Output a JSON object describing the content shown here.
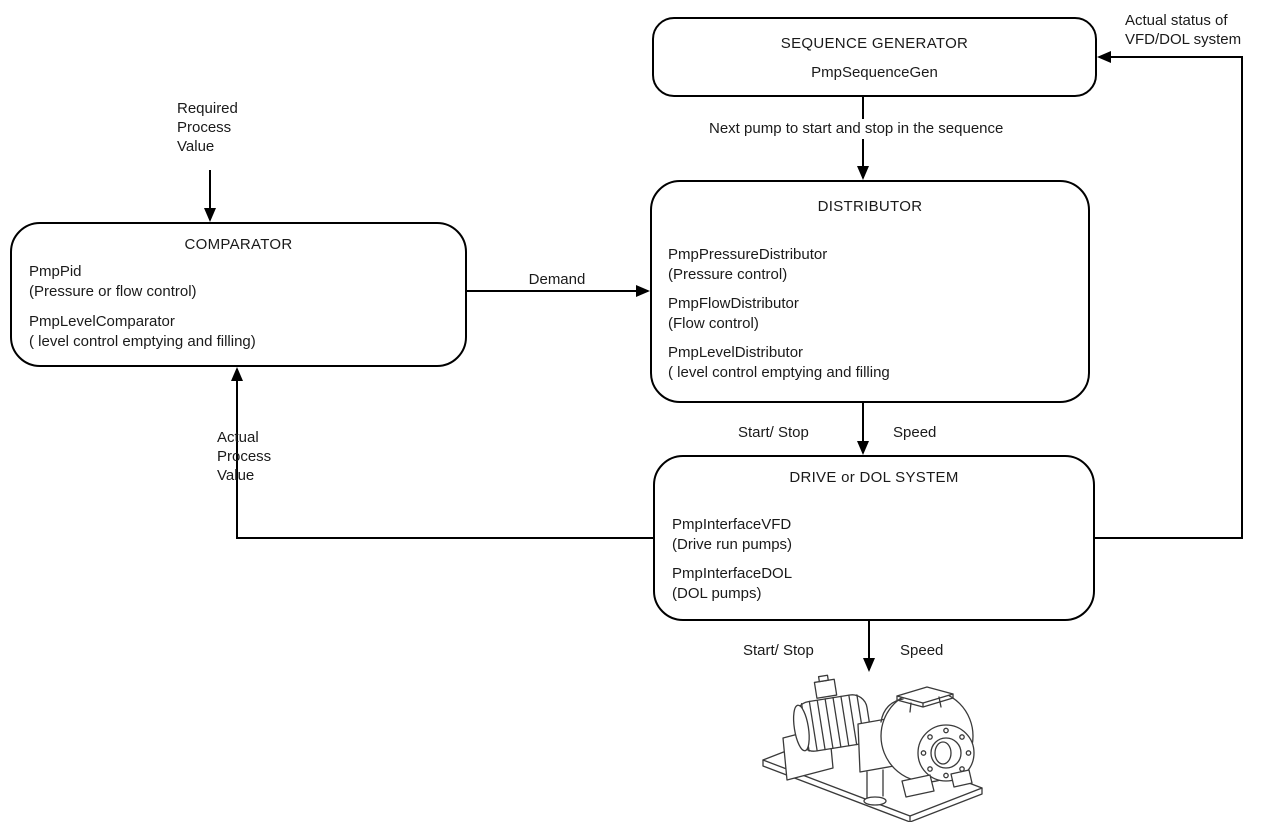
{
  "boxes": {
    "sequence_generator": {
      "title": "SEQUENCE GENERATOR",
      "lines": [
        "PmpSequenceGen"
      ]
    },
    "comparator": {
      "title": "COMPARATOR",
      "lines": [
        "PmpPid",
        "(Pressure or flow control)",
        "PmpLevelComparator",
        "( level control emptying and filling)"
      ]
    },
    "distributor": {
      "title": "DISTRIBUTOR",
      "lines": [
        "PmpPressureDistributor",
        "(Pressure control)",
        "PmpFlowDistributor",
        "(Flow control)",
        "PmpLevelDistributor",
        "( level control emptying and filling"
      ]
    },
    "drive_dol": {
      "title": "DRIVE or DOL SYSTEM",
      "lines": [
        "PmpInterfaceVFD",
        "(Drive run pumps)",
        "PmpInterfaceDOL",
        "(DOL pumps)"
      ]
    }
  },
  "labels": {
    "required_process_value": "Required\nProcess\nValue",
    "actual_process_value": "Actual\nProcess\nValue",
    "demand": "Demand",
    "next_pump": "Next pump to start and stop in the sequence",
    "start_stop_upper": "Start/ Stop",
    "speed_upper": "Speed",
    "start_stop_lower": "Start/ Stop",
    "speed_lower": "Speed",
    "actual_status": "Actual status of\nVFD/DOL system"
  },
  "colors": {
    "background": "#ffffff",
    "line": "#000000",
    "text": "#1a1a1a",
    "illustration": "#3a3a3a"
  }
}
